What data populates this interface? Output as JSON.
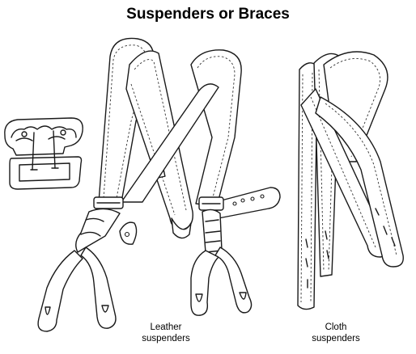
{
  "title": "Suspenders or Braces",
  "labels": {
    "leather": [
      "Leather",
      "suspenders"
    ],
    "cloth": [
      "Cloth",
      "suspenders"
    ]
  },
  "colors": {
    "ink": "#1a1a1a",
    "background": "#ffffff"
  }
}
